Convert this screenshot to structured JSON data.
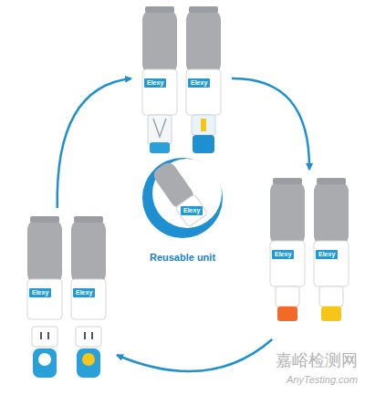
{
  "diagram": {
    "nodes": [
      {
        "text": [
          "Elexy",
          "Elexy"
        ]
      },
      {
        "text": [
          "Elexy",
          "Elexy"
        ]
      },
      {
        "text": [
          "Elexy",
          "Elexy"
        ]
      },
      {
        "text": [
          "Elexy",
          "Reusable unit"
        ]
      }
    ],
    "edges": [
      {
        "from": 0,
        "to": 1,
        "arrow": "to"
      },
      {
        "from": 1,
        "to": 2,
        "arrow": "to"
      },
      {
        "from": 2,
        "to": 0,
        "arrow": "to"
      }
    ],
    "labels": [
      "嘉峪检测网",
      "AnyTesting.com"
    ]
  }
}
